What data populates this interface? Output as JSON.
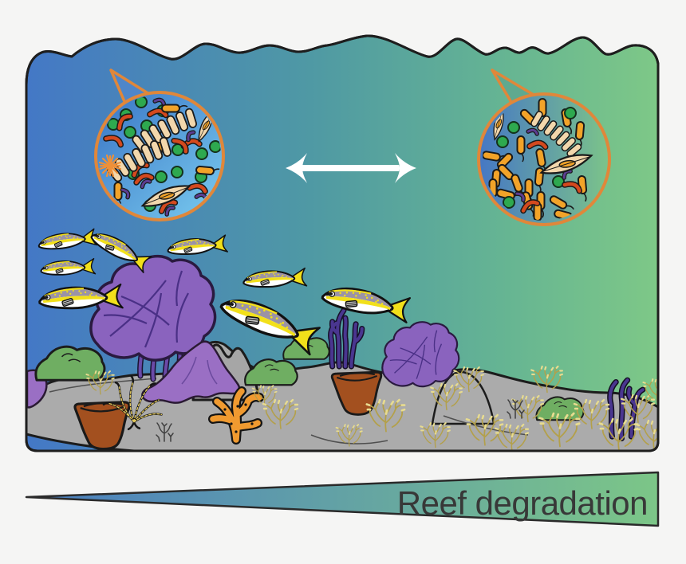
{
  "scene": {
    "background": "#F5F5F4",
    "sea_gradient": [
      "#4478C6",
      "#4F99A4",
      "#65B493",
      "#7EC887"
    ],
    "outline": "#1E1E1E"
  },
  "palette": {
    "coccus_green": "#2EA94F",
    "rod_orange": "#F2A329",
    "vibrio_red": "#D4491E",
    "curve_purple": "#5C3D92",
    "diatom_tan": "#F2D7AC",
    "star_orange": "#EE9038",
    "fish_yellow": "#F2E01A",
    "fish_back_gray": "#9B93A6",
    "rock_gray": "#ABABAB",
    "mound_green": "#6FAE62",
    "sponge_brown": "#A3501F",
    "foliose_purple": "#8A63BE",
    "encrust_purple": "#9A6FC4",
    "branch_indigo": "#4A3690",
    "orange_coral": "#F09A30",
    "algae_main": "#B3A04A",
    "algae_light": "#E8DC90",
    "tuft_dark": "#3F3F3F",
    "crinoid_yellow": "#E3C95B",
    "tail_left": "#4F86C9",
    "tail_right": "#5FA98F"
  },
  "arrow": {
    "color": "#FFFFFF",
    "direction": "double-headed"
  },
  "insets": {
    "border_color": "#E0873A",
    "left": {
      "name": "plankton-community-healthy",
      "bg": [
        "#3F7CC9",
        "#74C4EC"
      ],
      "microbes": {
        "coccus": [
          [
            -23,
            -68
          ],
          [
            -42,
            -52
          ],
          [
            -58,
            -40
          ],
          [
            -37,
            -30
          ],
          [
            -16,
            -38
          ],
          [
            4,
            -57
          ],
          [
            23,
            -8
          ],
          [
            53,
            -3
          ],
          [
            22,
            20
          ],
          [
            2,
            26
          ],
          [
            -33,
            22
          ],
          [
            -12,
            62
          ],
          [
            52,
            26
          ],
          [
            70,
            -12
          ]
        ],
        "vibrio": [
          [
            -2,
            -54,
            20
          ],
          [
            -45,
            -44,
            -30
          ],
          [
            -57,
            -20,
            40
          ],
          [
            40,
            -16,
            10
          ],
          [
            -25,
            16,
            -20
          ],
          [
            27,
            -14,
            60
          ],
          [
            -20,
            28,
            0
          ],
          [
            48,
            40,
            30
          ],
          [
            10,
            62,
            -15
          ]
        ],
        "rod": [
          [
            14,
            -60,
            0
          ],
          [
            0,
            -12,
            -75
          ],
          [
            57,
            18,
            5
          ],
          [
            -52,
            44,
            90
          ]
        ],
        "pcurve": [
          [
            0,
            -69,
            30
          ],
          [
            38,
            -26,
            -40
          ],
          [
            -42,
            46,
            70
          ],
          [
            -18,
            34,
            -20
          ],
          [
            52,
            50,
            20
          ],
          [
            12,
            68,
            -30
          ]
        ],
        "chain": [
          [
            6,
            -34,
            -27
          ],
          [
            -26,
            2,
            -27
          ]
        ],
        "diatom": [
          [
            58,
            -38,
            -55,
            0.8
          ],
          [
            8,
            50,
            -12,
            1.2
          ]
        ],
        "star": [
          [
            -62,
            12
          ]
        ]
      }
    },
    "right": {
      "name": "plankton-community-degraded",
      "bg": [
        "#4577C5",
        "#7CC489"
      ],
      "microbes": {
        "rod": [
          [
            -2,
            -65,
            90
          ],
          [
            -20,
            -53,
            45
          ],
          [
            28,
            -52,
            80
          ],
          [
            45,
            -36,
            95
          ],
          [
            -66,
            -4,
            10
          ],
          [
            -49,
            2,
            135
          ],
          [
            -29,
            -18,
            90
          ],
          [
            -4,
            -2,
            80
          ],
          [
            -60,
            24,
            95
          ],
          [
            -48,
            16,
            45
          ],
          [
            -64,
            36,
            90
          ],
          [
            -34,
            30,
            70
          ],
          [
            -19,
            36,
            90
          ],
          [
            -6,
            22,
            95
          ],
          [
            -48,
            44,
            15
          ],
          [
            -21,
            52,
            75
          ],
          [
            -4,
            52,
            90
          ],
          [
            18,
            54,
            30
          ],
          [
            48,
            32,
            85
          ],
          [
            -8,
            66,
            90
          ],
          [
            24,
            70,
            15
          ]
        ],
        "coccus": [
          [
            -38,
            -40
          ],
          [
            -52,
            -22
          ],
          [
            33,
            -58
          ],
          [
            18,
            28
          ],
          [
            -44,
            54
          ]
        ],
        "vibrio": [
          [
            -8,
            -18,
            20
          ],
          [
            36,
            34,
            40
          ],
          [
            -18,
            58,
            -10
          ]
        ],
        "pcurve": [
          [
            -14,
            -35,
            30
          ],
          [
            28,
            18,
            -30
          ],
          [
            -29,
            46,
            60
          ]
        ],
        "chain": [
          [
            16,
            -33,
            40,
            0.85
          ]
        ],
        "diatom": [
          [
            -57,
            -44,
            -65,
            0.75
          ],
          [
            28,
            6,
            -8,
            1.25
          ]
        ]
      }
    }
  },
  "fish_school": {
    "count": 8,
    "items": [
      [
        82,
        303,
        -8,
        0.66
      ],
      [
        148,
        313,
        28,
        0.72
      ],
      [
        83,
        337,
        -4,
        0.62
      ],
      [
        98,
        375,
        -3,
        0.95
      ],
      [
        245,
        310,
        -6,
        0.68
      ],
      [
        342,
        351,
        -4,
        0.72
      ],
      [
        333,
        404,
        22,
        1.15
      ],
      [
        455,
        380,
        10,
        1.0
      ]
    ]
  },
  "reef": {
    "algae": [
      [
        126,
        482,
        0,
        0.8
      ],
      [
        332,
        498,
        0,
        0.7
      ],
      [
        352,
        522,
        0,
        1
      ],
      [
        438,
        548,
        0,
        0.75
      ],
      [
        484,
        524,
        0,
        1.1
      ],
      [
        546,
        548,
        0,
        0.85
      ],
      [
        560,
        500,
        0,
        0.9
      ],
      [
        588,
        478,
        0,
        0.85
      ],
      [
        608,
        542,
        0,
        1.05
      ],
      [
        642,
        552,
        0,
        0.95
      ],
      [
        662,
        515,
        0,
        0.9
      ],
      [
        686,
        478,
        0,
        0.9
      ],
      [
        702,
        542,
        0,
        1.15
      ],
      [
        742,
        522,
        0,
        1
      ],
      [
        776,
        548,
        0,
        1.1
      ],
      [
        800,
        515,
        0,
        0.95
      ],
      [
        820,
        548,
        0,
        1
      ],
      [
        824,
        492,
        0,
        0.8
      ]
    ],
    "tufts": [
      [
        206,
        542,
        0,
        1
      ],
      [
        646,
        513,
        0,
        1
      ]
    ],
    "mounds": [
      [
        88,
        452,
        0,
        1.05
      ],
      [
        340,
        464,
        0,
        0.8
      ],
      [
        384,
        434,
        0,
        0.7
      ],
      [
        702,
        510,
        0,
        0.72
      ]
    ],
    "sponges": [
      [
        128,
        530,
        0,
        1.05
      ],
      [
        447,
        490,
        0,
        0.95
      ]
    ]
  },
  "wedge": {
    "label": "Reef degradation",
    "text_color": "#383838",
    "gradient": [
      "#4A7EC2",
      "#7CC687"
    ]
  }
}
